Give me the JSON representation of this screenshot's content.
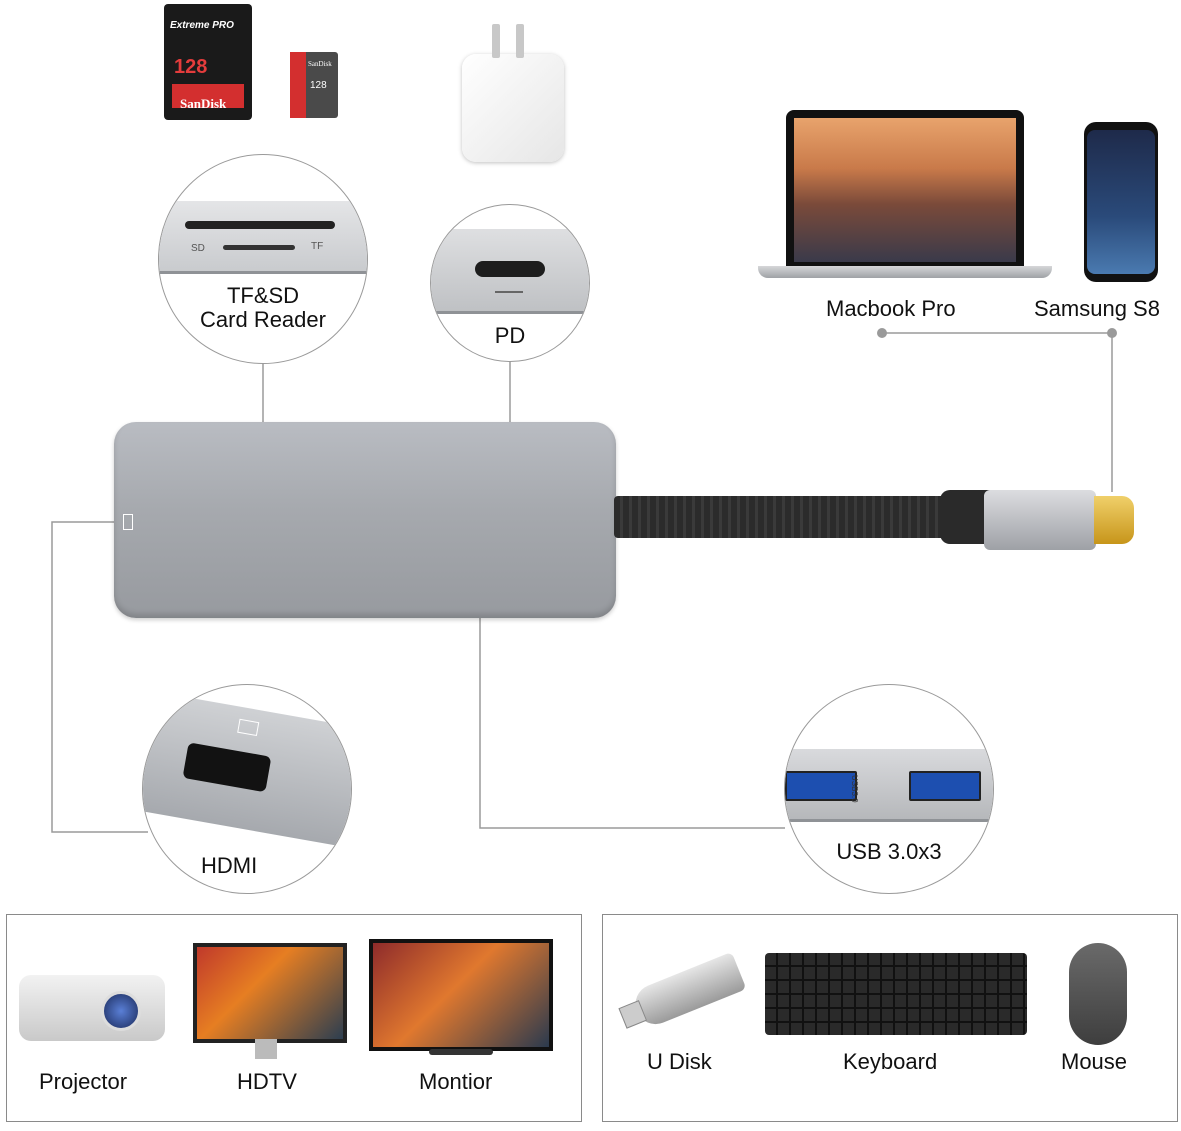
{
  "ports": {
    "card_reader": {
      "label_line1": "TF&SD",
      "label_line2": "Card Reader",
      "sd_mark": "SD",
      "tf_mark": "TF"
    },
    "pd": {
      "label": "PD"
    },
    "hdmi": {
      "label": "HDMI"
    },
    "usb": {
      "label": "USB 3.0x3",
      "port_mark": "USB3.0"
    }
  },
  "hosts": [
    {
      "label": "Macbook Pro"
    },
    {
      "label": "Samsung S8"
    }
  ],
  "cards": {
    "sd_brand": "SanDisk",
    "sd_line": "Extreme PRO",
    "sd_capacity": "128",
    "micro_brand": "SanDisk",
    "micro_capacity": "128"
  },
  "display_devices": [
    {
      "label": "Projector"
    },
    {
      "label": "HDTV"
    },
    {
      "label": "Montior"
    }
  ],
  "usb_devices": [
    {
      "label": "U Disk"
    },
    {
      "label": "Keyboard"
    },
    {
      "label": "Mouse"
    }
  ],
  "colors": {
    "hub": "#a8abb0",
    "cable": "#2a2a2a",
    "connector_gold": "#e0b53a",
    "line": "#9a9a9a"
  }
}
